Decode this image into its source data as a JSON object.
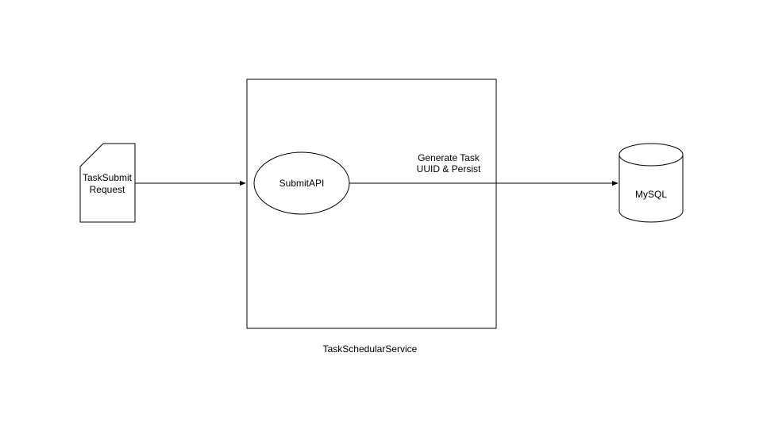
{
  "diagram": {
    "nodes": {
      "request": {
        "line1": "TaskSubmit",
        "line2": "Request"
      },
      "api": {
        "label": "SubmitAPI"
      },
      "db": {
        "label": "MySQL"
      },
      "service": {
        "label": "TaskSchedularService"
      }
    },
    "edges": {
      "persist": {
        "line1": "Generate Task",
        "line2": "UUID & Persist"
      }
    }
  },
  "colors": {
    "stroke": "#000000",
    "fill": "#ffffff",
    "background": "#ffffff"
  }
}
